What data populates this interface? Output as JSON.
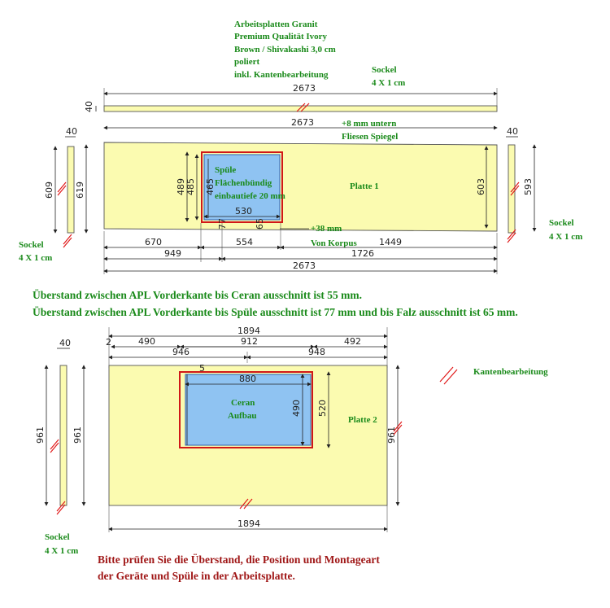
{
  "material_note": {
    "lines": [
      "Arbeitsplatten Granit",
      "Premium Qualität Ivory",
      "Brown / Shivakashi 3,0 cm",
      "poliert",
      "inkl. Kantenbearbeitung"
    ]
  },
  "sockel_top": {
    "line1": "Sockel",
    "line2": "4 X 1 cm"
  },
  "sockel_left1": {
    "line1": "Sockel",
    "line2": "4 X 1 cm"
  },
  "sockel_right1": {
    "line1": "Sockel",
    "line2": "4 X 1 cm"
  },
  "sockel_left2": {
    "line1": "Sockel",
    "line2": "4 X 1 cm"
  },
  "plate1": {
    "label": "Platte 1",
    "note_back_line1": "+8 mm untern",
    "note_back_line2": "Fliesen Spiegel",
    "note_front_1": "+38 mm",
    "note_front_2": "Von Korpus",
    "sink_line1": "Spüle",
    "sink_line2": "Flächenbündig",
    "sink_line3": "einbautiefe 20 mm",
    "dims": {
      "plinth_length": "2673",
      "plinth_height": "40",
      "top_length": "2673",
      "left_side_w": "40",
      "right_side_w": "40",
      "left_depth_609": "609",
      "left_depth_619": "619",
      "right_depth_603": "603",
      "right_depth_593": "593",
      "sink_489": "489",
      "sink_485": "485",
      "sink_465": "465",
      "sink_width": "530",
      "sink_77": "77",
      "sink_65": "65",
      "left_670": "670",
      "gap_554": "554",
      "right_1449": "1449",
      "left_949": "949",
      "right_1726": "1726",
      "bottom_2673": "2673"
    }
  },
  "notes": {
    "line1": "Überstand zwischen APL Vorderkante bis Ceran ausschnitt ist 55 mm.",
    "line2": "Überstand zwischen APL Vorderkante bis Spüle ausschnitt ist 77 mm und bis Falz ausschnitt ist 65 mm."
  },
  "plate2": {
    "label": "Platte 2",
    "ceran_line1": "Ceran",
    "ceran_line2": "Aufbau",
    "dims": {
      "top_1894": "1894",
      "tick_2": "2",
      "left_490": "490",
      "right_492": "492",
      "left_946": "946",
      "mid_912": "912",
      "right_948": "948",
      "small_5": "5",
      "width_880": "880",
      "ceran_490": "490",
      "ceran_520": "520",
      "depth_left": "961",
      "depth_plate": "961",
      "depth_right": "961",
      "side_40": "40",
      "bottom_1894": "1894"
    }
  },
  "legend": {
    "label": "Kantenbearbeitung"
  },
  "warning": {
    "line1": "Bitte prüfen Sie die Überstand, die Position und Montageart",
    "line2": "der Geräte und Spüle in der Arbeitsplatte."
  },
  "colors": {
    "slab": "#fbfbb0",
    "cutout": "#8fc3f2",
    "frame": "#d01818",
    "label_green": "#1a8a1a",
    "label_red": "#a01818"
  }
}
